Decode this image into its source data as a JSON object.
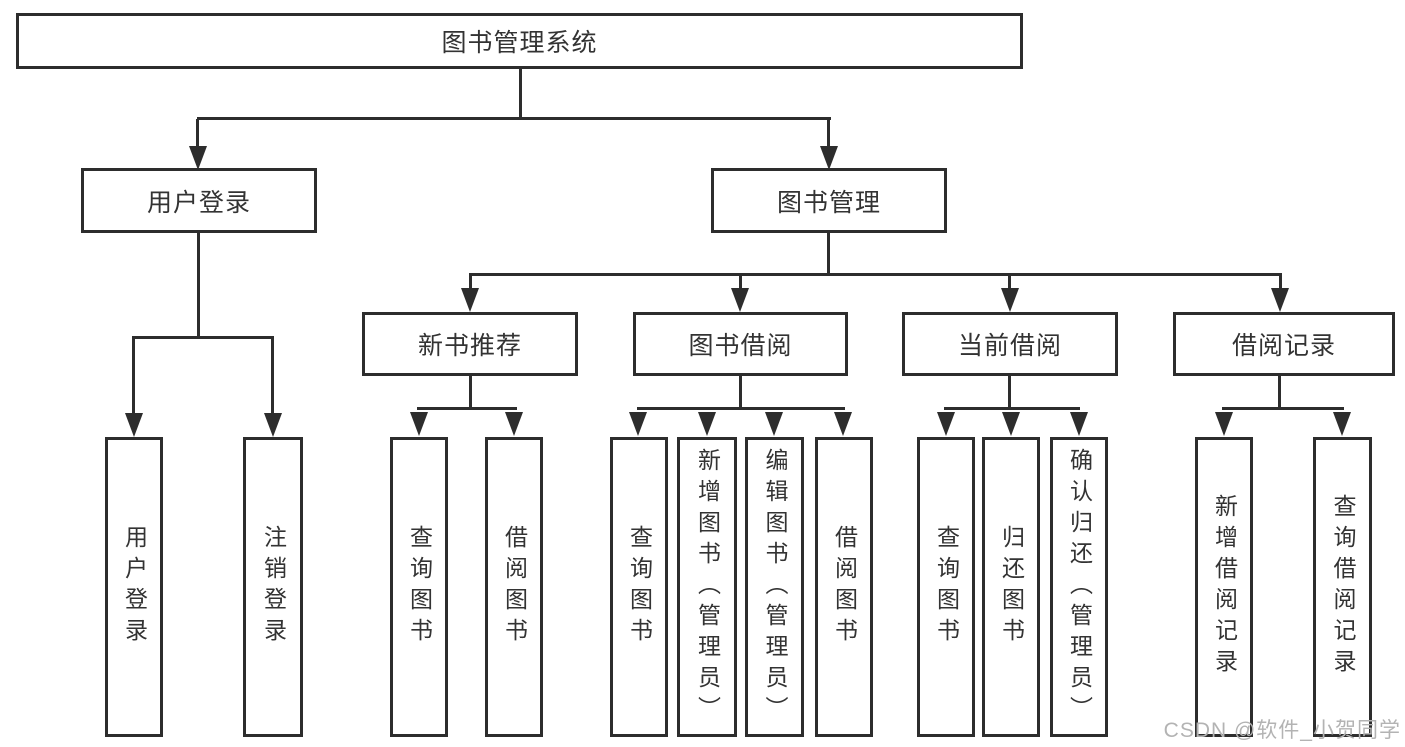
{
  "tree": {
    "label": "图书管理系统",
    "children": [
      {
        "label": "用户登录",
        "children": [
          {
            "label": "用户登录"
          },
          {
            "label": "注销登录"
          }
        ]
      },
      {
        "label": "图书管理",
        "children": [
          {
            "label": "新书推荐",
            "children": [
              {
                "label": "查询图书"
              },
              {
                "label": "借阅图书"
              }
            ]
          },
          {
            "label": "图书借阅",
            "children": [
              {
                "label": "查询图书"
              },
              {
                "label": "新增图书（管理员）"
              },
              {
                "label": "编辑图书（管理员）"
              },
              {
                "label": "借阅图书"
              }
            ]
          },
          {
            "label": "当前借阅",
            "children": [
              {
                "label": "查询图书"
              },
              {
                "label": "归还图书"
              },
              {
                "label": "确认归还（管理员）"
              }
            ]
          },
          {
            "label": "借阅记录",
            "children": [
              {
                "label": "新增借阅记录"
              },
              {
                "label": "查询借阅记录"
              }
            ]
          }
        ]
      }
    ]
  },
  "watermark": {
    "text": "CSDN @软件_小贺同学"
  },
  "colors": {
    "line": "#2d2d2d",
    "text": "#333333",
    "watermark": "#b3b3b3",
    "background": "#ffffff"
  }
}
